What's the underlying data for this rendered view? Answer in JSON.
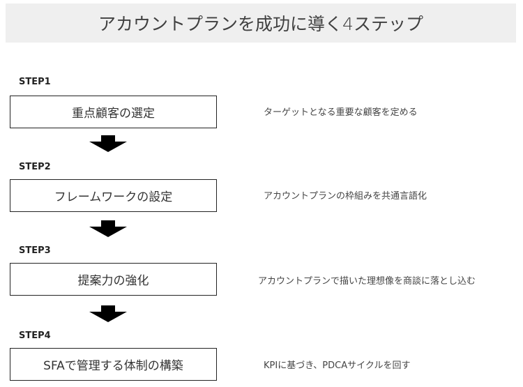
{
  "title": "アカウントプランを成功に導く4ステップ",
  "steps": [
    {
      "label": "STEP1",
      "name": "重点顧客の選定",
      "description": "ターゲットとなる重要な顧客を定める"
    },
    {
      "label": "STEP2",
      "name": "フレームワークの設定",
      "description": "アカウントプランの枠組みを共通言語化"
    },
    {
      "label": "STEP3",
      "name": "提案力の強化",
      "description": "アカウントプランで描いた理想像を商談に落とし込む"
    },
    {
      "label": "STEP4",
      "name": "SFAで管理する体制の構築",
      "description": "KPIに基づき、PDCAサイクルを回す"
    }
  ]
}
